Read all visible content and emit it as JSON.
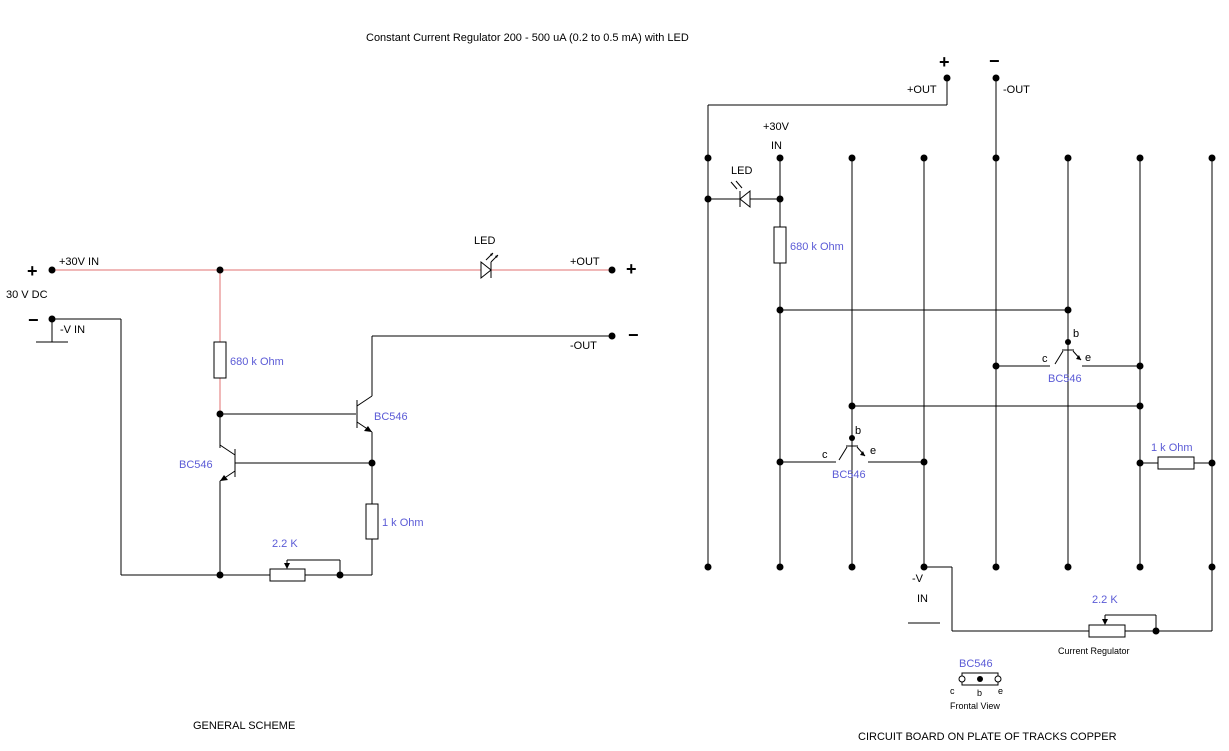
{
  "title": "Constant Current Regulator 200 - 500 uA (0.2 to 0.5 mA) with LED",
  "general": {
    "caption": "GENERAL SCHEME",
    "plus": "+",
    "minus": "−",
    "supply": "30 V DC",
    "in_pos": "+30V IN",
    "in_neg": "-V IN",
    "led": "LED",
    "out_pos": "+OUT",
    "out_neg": "-OUT",
    "r1": "680 k Ohm",
    "r2": "1 k Ohm",
    "pot": "2.2 K",
    "q1": "BC546",
    "q2": "BC546"
  },
  "board": {
    "caption": "CIRCUIT BOARD ON PLATE OF TRACKS COPPER",
    "plus": "+",
    "minus": "−",
    "out_pos": "+OUT",
    "out_neg": "-OUT",
    "in30_a": "+30V",
    "in30_b": "IN",
    "led": "LED",
    "r1": "680 k Ohm",
    "r2": "1 k Ohm",
    "q_upper": "BC546",
    "q_lower": "BC546",
    "pin_b": "b",
    "pin_c": "c",
    "pin_e": "e",
    "vin_a": "-V",
    "vin_b": "IN",
    "pot": "2.2 K",
    "pot_caption": "Current Regulator",
    "pinout_title": "BC546",
    "pinout_c": "c",
    "pinout_b": "b",
    "pinout_e": "e",
    "pinout_caption": "Frontal View"
  }
}
